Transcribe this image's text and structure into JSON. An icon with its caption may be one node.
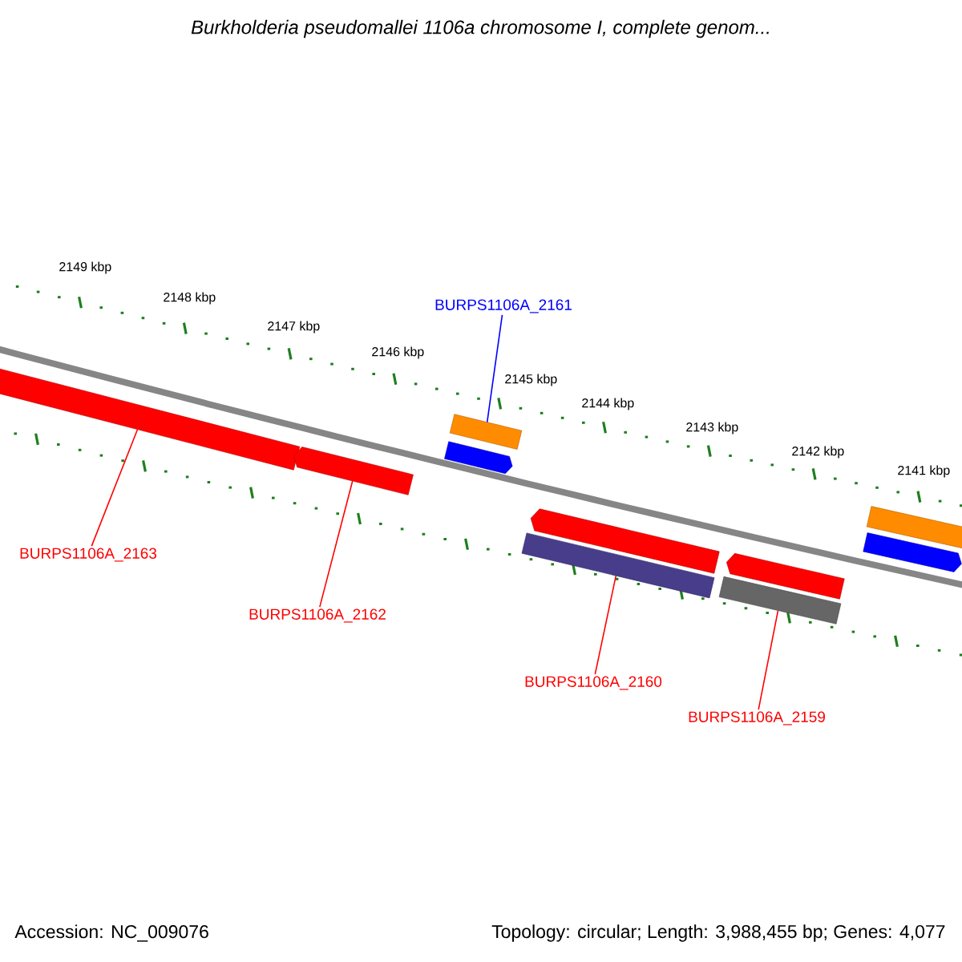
{
  "diagram": {
    "title": "Burkholderia pseudomallei 1106a chromosome I, complete genom...",
    "nodes": [
      {
        "text": [
          "BURPS1106A_2161"
        ]
      },
      {
        "text": [],
        "shape": "bar"
      },
      {
        "text": [],
        "shape": "bar"
      },
      {
        "text": [],
        "shape": "bar"
      },
      {
        "text": [],
        "shape": "bar"
      },
      {
        "text": [],
        "shape": "bar"
      },
      {
        "text": [
          "BURPS1106A_2163"
        ]
      },
      {
        "text": [
          "BURPS1106A_2162"
        ]
      },
      {
        "text": [
          "BURPS1106A_2160"
        ]
      },
      {
        "text": [
          "BURPS1106A_2159"
        ]
      },
      {
        "text": [],
        "shape": "bar"
      },
      {
        "text": [],
        "shape": "bar"
      },
      {
        "text": [],
        "shape": "bar"
      },
      {
        "text": [],
        "shape": "bar"
      },
      {
        "text": [],
        "shape": "bar"
      }
    ],
    "edges": [
      {
        "from": 0,
        "to": 1,
        "arrow": "none",
        "color": "#0000ff"
      },
      {
        "from": 6,
        "to": 2,
        "arrow": "none"
      },
      {
        "from": 7,
        "to": 3,
        "arrow": "none"
      },
      {
        "from": 8,
        "to": 4,
        "arrow": "none"
      },
      {
        "from": 9,
        "to": 5,
        "arrow": "none"
      }
    ],
    "labels": [
      "2149 kbp",
      "2148 kbp",
      "2147 kbp",
      "2146 kbp",
      "2145 kbp",
      "2144 kbp",
      "2143 kbp",
      "2142 kbp",
      "2141 kbp",
      "Accession: NC_009076",
      "Topology: circular; Length: 3,988,455 bp; Genes: 4,077"
    ]
  }
}
